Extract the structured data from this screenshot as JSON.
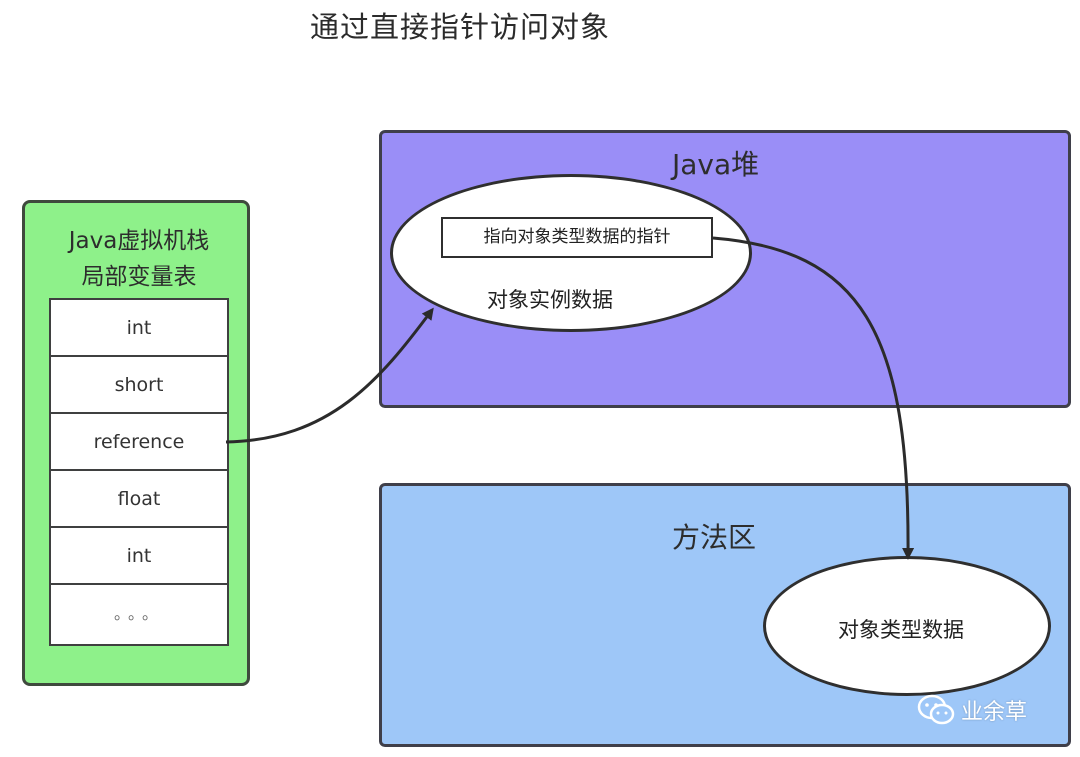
{
  "title": "通过直接指针访问对象",
  "stack": {
    "label_line1": "Java虚拟机栈",
    "label_line2": "局部变量表",
    "slots": [
      "int",
      "short",
      "reference",
      "float",
      "int",
      "。。。"
    ]
  },
  "heap": {
    "label": "Java堆",
    "pointer_box": "指向对象类型数据的指针",
    "instance_label": "对象实例数据"
  },
  "method_area": {
    "label": "方法区",
    "type_data_label": "对象类型数据"
  },
  "watermark": {
    "icon": "wechat-icon",
    "text": "业余草"
  },
  "colors": {
    "stack": "#8ef18a",
    "heap": "#9a8ef7",
    "method_area": "#9ec7f8"
  }
}
